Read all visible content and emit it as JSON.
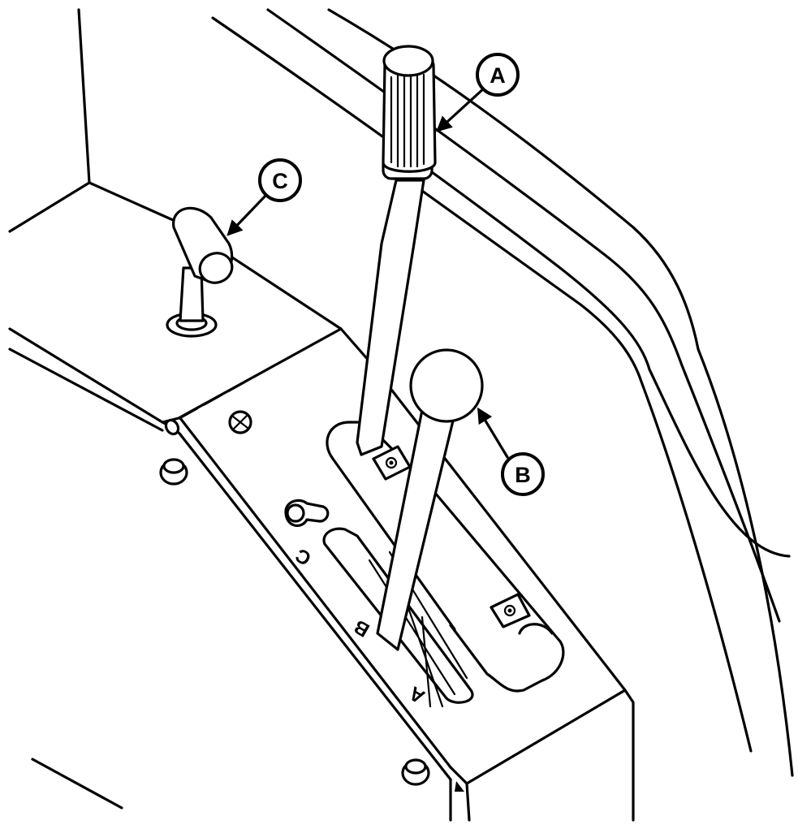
{
  "callouts": {
    "a": {
      "label": "A",
      "meaning": ""
    },
    "b": {
      "label": "B",
      "meaning": ""
    },
    "c": {
      "label": "C",
      "meaning": ""
    }
  },
  "slot_marks": {
    "a": "A",
    "b": "B",
    "c": "C"
  },
  "colors": {
    "ink": "#000000",
    "paper": "#ffffff"
  }
}
